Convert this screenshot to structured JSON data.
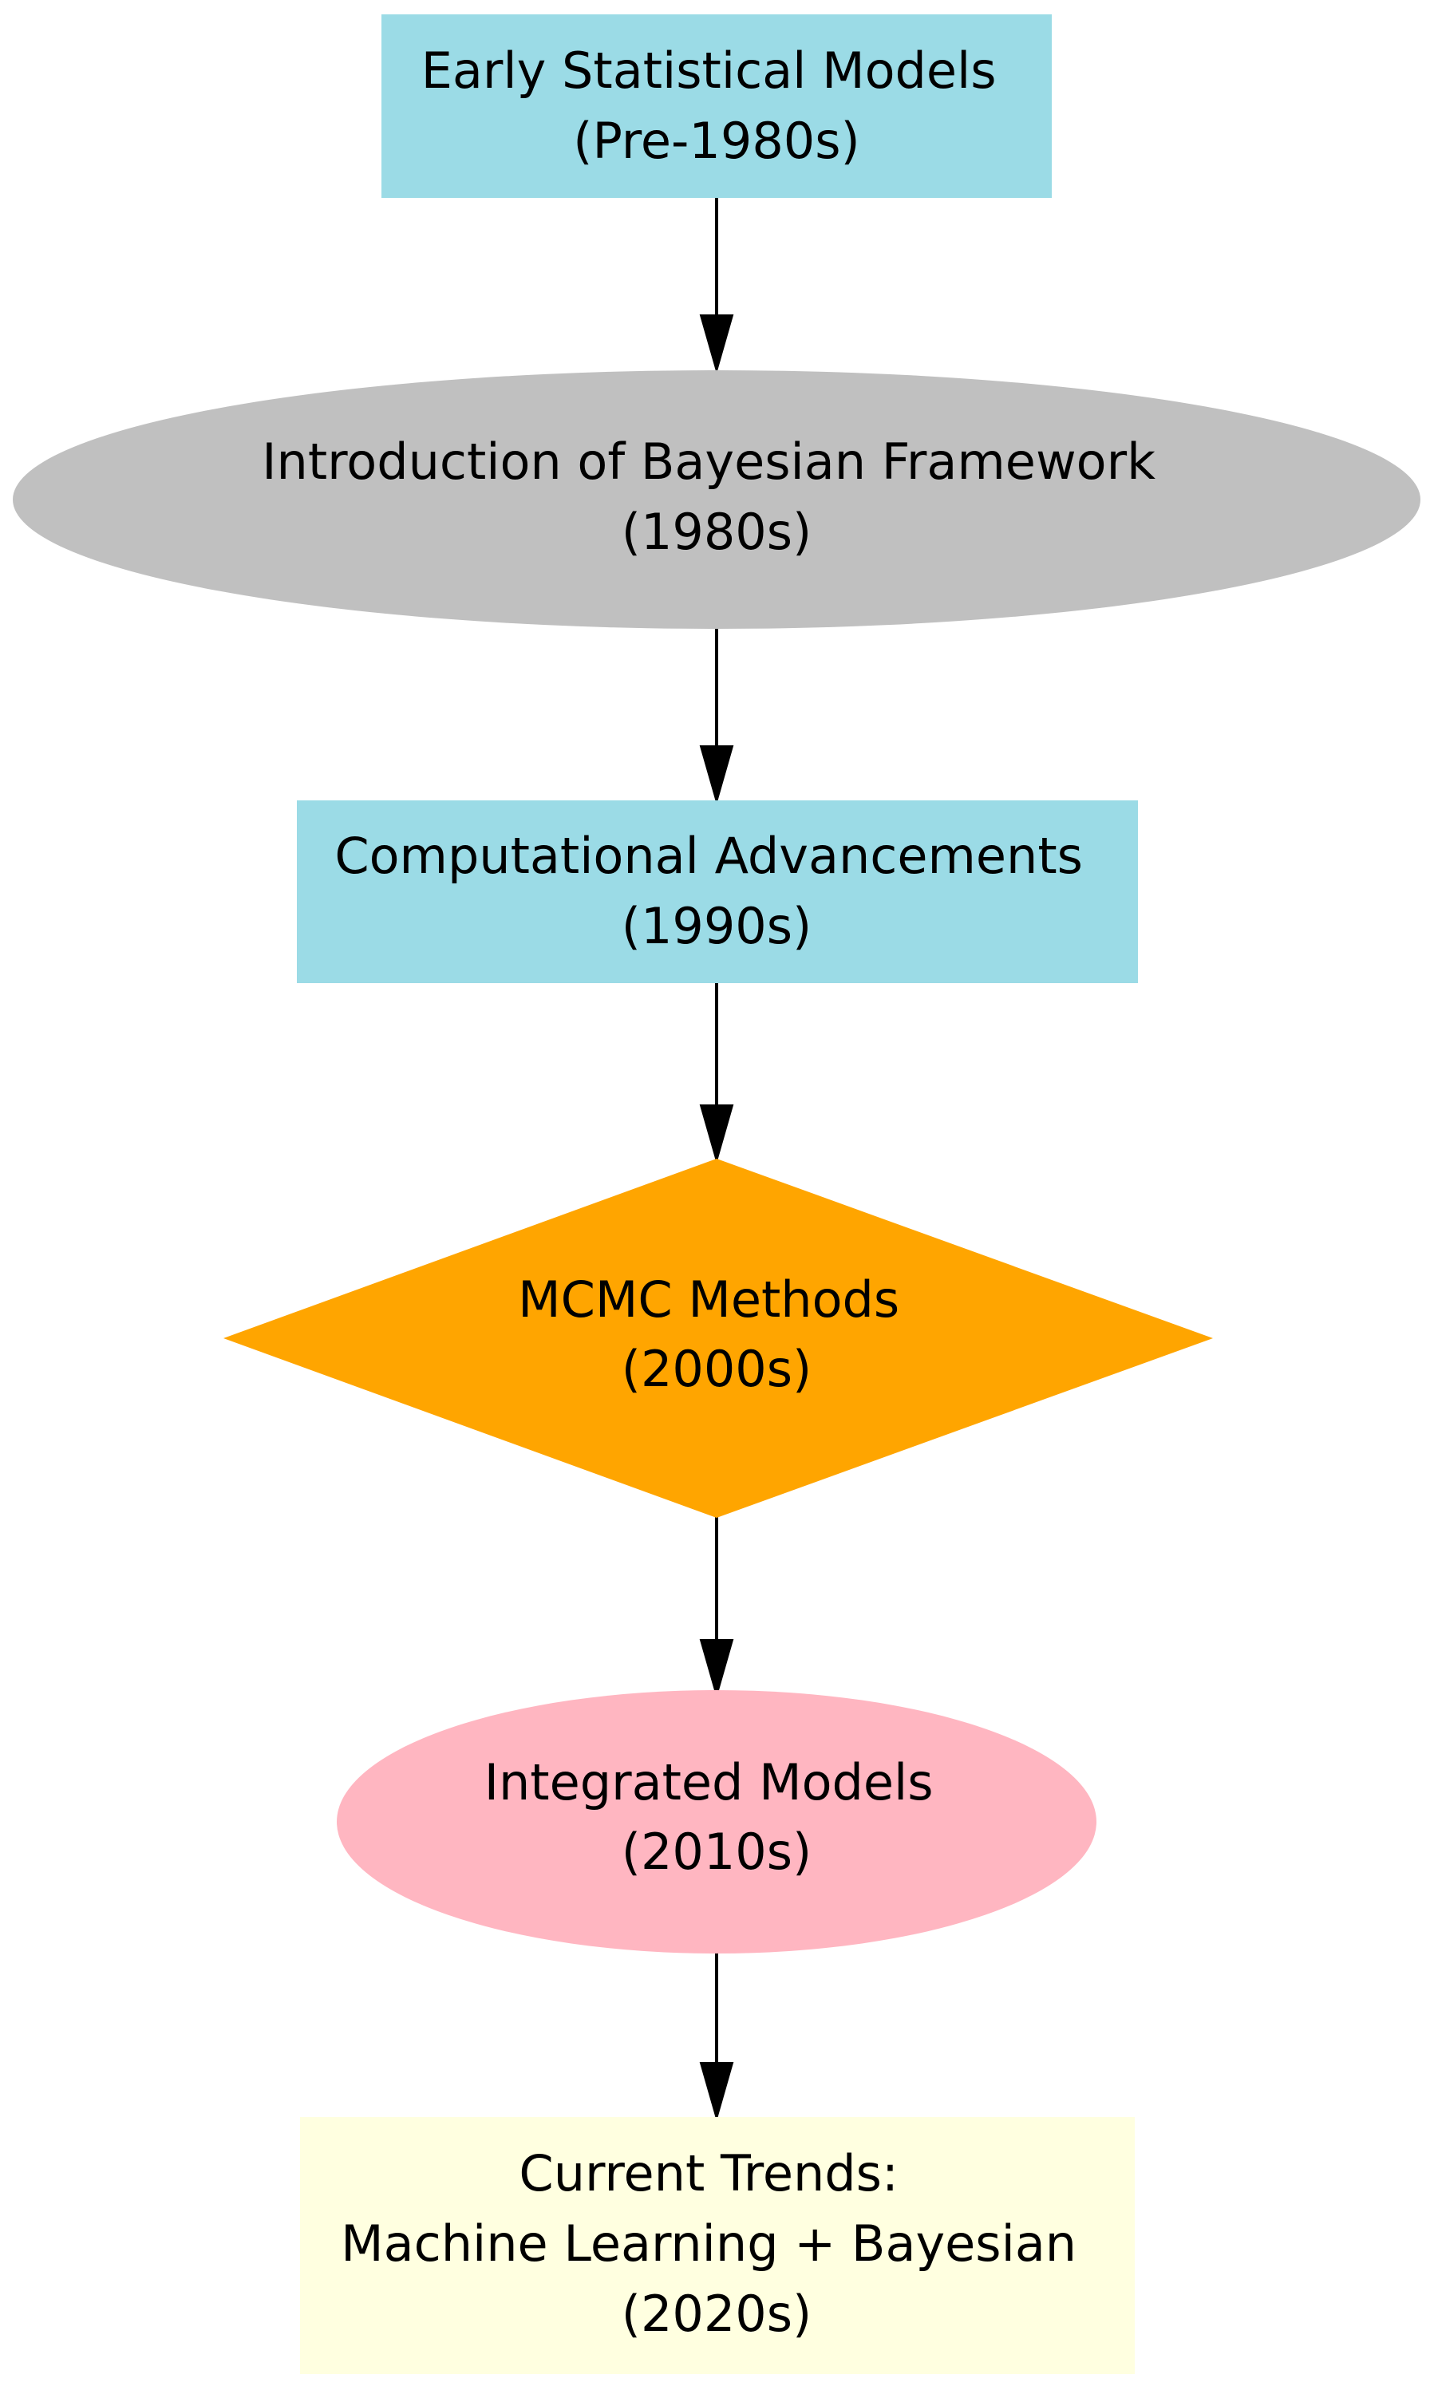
{
  "nodes": [
    {
      "id": "early",
      "shape": "rect",
      "fill": "#9bdbe6",
      "lines": [
        "Early Statistical Models",
        "(Pre-1980s)"
      ]
    },
    {
      "id": "bayes",
      "shape": "ellipse",
      "fill": "#c0c0c0",
      "lines": [
        "Introduction of Bayesian Framework",
        "(1980s)"
      ]
    },
    {
      "id": "compute",
      "shape": "rect",
      "fill": "#9bdbe6",
      "lines": [
        "Computational Advancements",
        "(1990s)"
      ]
    },
    {
      "id": "mcmc",
      "shape": "diamond",
      "fill": "#ffa500",
      "lines": [
        "MCMC Methods",
        "(2000s)"
      ]
    },
    {
      "id": "integrated",
      "shape": "ellipse",
      "fill": "#ffb6c1",
      "lines": [
        "Integrated Models",
        "(2010s)"
      ]
    },
    {
      "id": "trends",
      "shape": "rect",
      "fill": "#ffffe0",
      "lines": [
        "Current Trends:",
        "Machine Learning + Bayesian",
        "(2020s)"
      ]
    }
  ],
  "edges": [
    {
      "from": "early",
      "to": "bayes"
    },
    {
      "from": "bayes",
      "to": "compute"
    },
    {
      "from": "compute",
      "to": "mcmc"
    },
    {
      "from": "mcmc",
      "to": "integrated"
    },
    {
      "from": "integrated",
      "to": "trends"
    }
  ]
}
